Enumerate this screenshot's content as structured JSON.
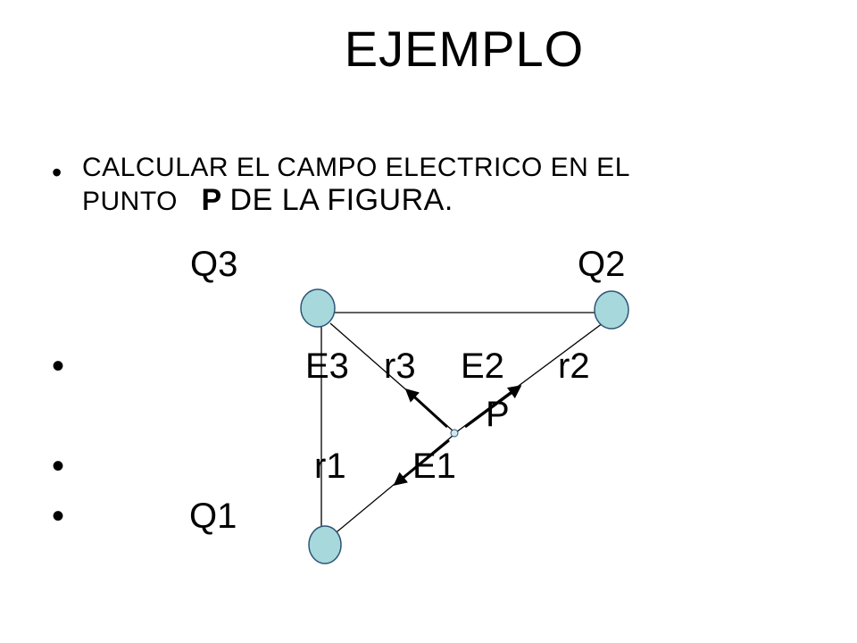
{
  "title": "EJEMPLO",
  "intro": {
    "line1": "CALCULAR EL CAMPO ELECTRICO EN EL",
    "line2_prefix": "PUNTO",
    "point_letter": "P",
    "line2_suffix": "DE LA FIGURA."
  },
  "labels": {
    "q3": "Q3",
    "q2": "Q2",
    "q1": "Q1",
    "e3": "E3",
    "r3": "r3",
    "e2": "E2",
    "r2": "r2",
    "p": "P",
    "r1": "r1",
    "e1": "E1"
  },
  "bullet_glyph": "•",
  "colors": {
    "charge_fill": "#a7d8db",
    "charge_stroke": "#2d5577",
    "line": "#000000",
    "point_fill": "#cfe7ee"
  }
}
